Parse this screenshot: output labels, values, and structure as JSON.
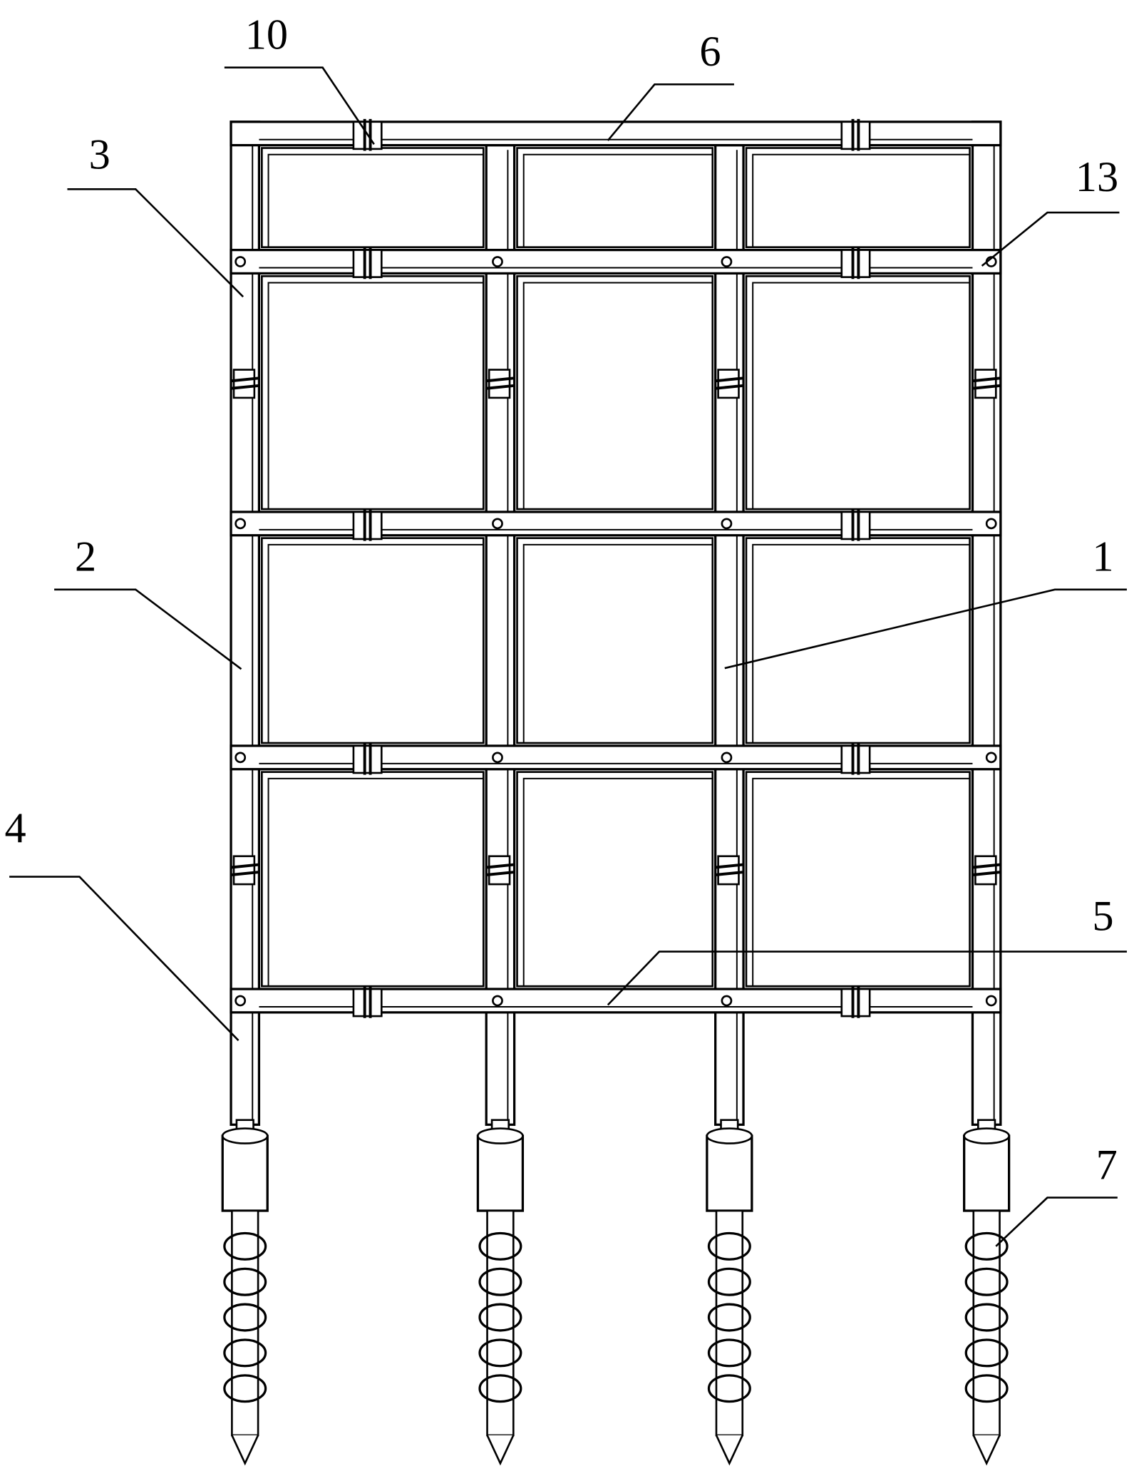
{
  "figure": {
    "type": "patent drawing - grid frame with screw piles",
    "labels": [
      {
        "id": "label-10",
        "text": "10"
      },
      {
        "id": "label-6",
        "text": "6"
      },
      {
        "id": "label-3",
        "text": "3"
      },
      {
        "id": "label-13",
        "text": "13"
      },
      {
        "id": "label-2",
        "text": "2"
      },
      {
        "id": "label-1",
        "text": "1"
      },
      {
        "id": "label-4",
        "text": "4"
      },
      {
        "id": "label-5",
        "text": "5"
      },
      {
        "id": "label-7",
        "text": "7"
      }
    ]
  }
}
